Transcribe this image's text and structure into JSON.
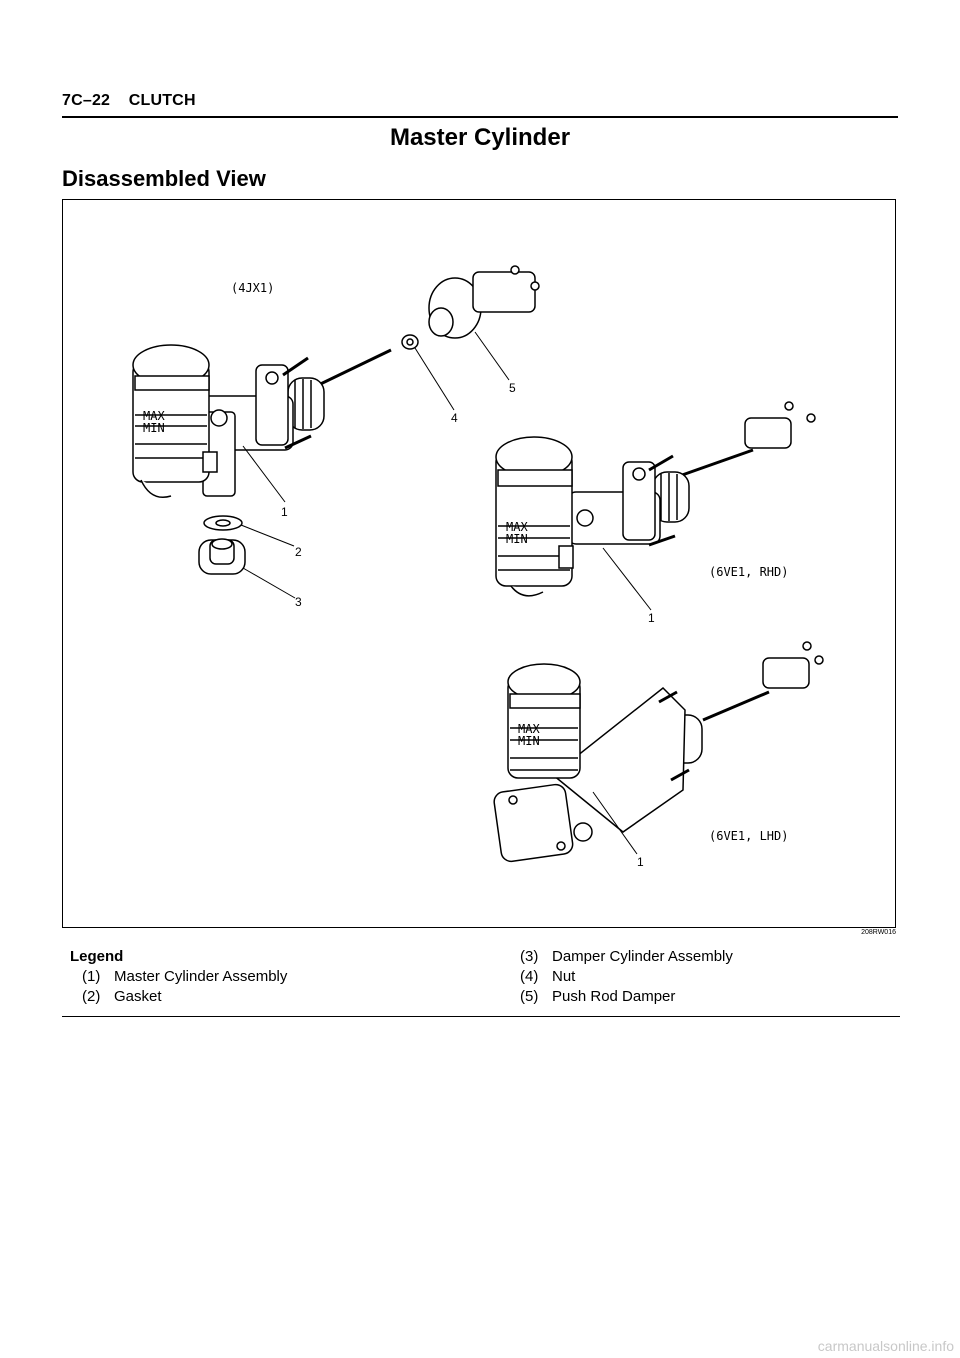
{
  "header": {
    "text": "7C–22    CLUTCH"
  },
  "title": "Master Cylinder",
  "subtitle": "Disassembled View",
  "figure": {
    "code": "208RW016",
    "variant_labels": {
      "top": "(4JX1)",
      "right": "(6VE1, RHD)",
      "bottom": "(6VE1, LHD)"
    },
    "callouts": {
      "c1a": "1",
      "c1b": "1",
      "c1c": "1",
      "c2": "2",
      "c3": "3",
      "c4": "4",
      "c5": "5"
    },
    "reservoir_marks": {
      "max": "MAX",
      "min": "MIN"
    }
  },
  "legend": {
    "title": "Legend",
    "items": [
      {
        "num": "(1)",
        "label": "Master Cylinder Assembly"
      },
      {
        "num": "(2)",
        "label": "Gasket"
      },
      {
        "num": "(3)",
        "label": "Damper Cylinder Assembly"
      },
      {
        "num": "(4)",
        "label": "Nut"
      },
      {
        "num": "(5)",
        "label": "Push Rod Damper"
      }
    ]
  },
  "watermark": "carmanualsonline.info"
}
